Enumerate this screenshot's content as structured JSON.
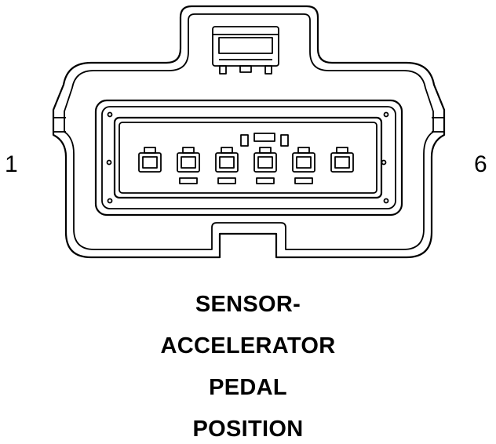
{
  "pin_labels": {
    "first": "1",
    "last": "6"
  },
  "component_name": {
    "line1": "SENSOR-",
    "line2": "ACCELERATOR",
    "line3": "PEDAL",
    "line4": "POSITION"
  }
}
